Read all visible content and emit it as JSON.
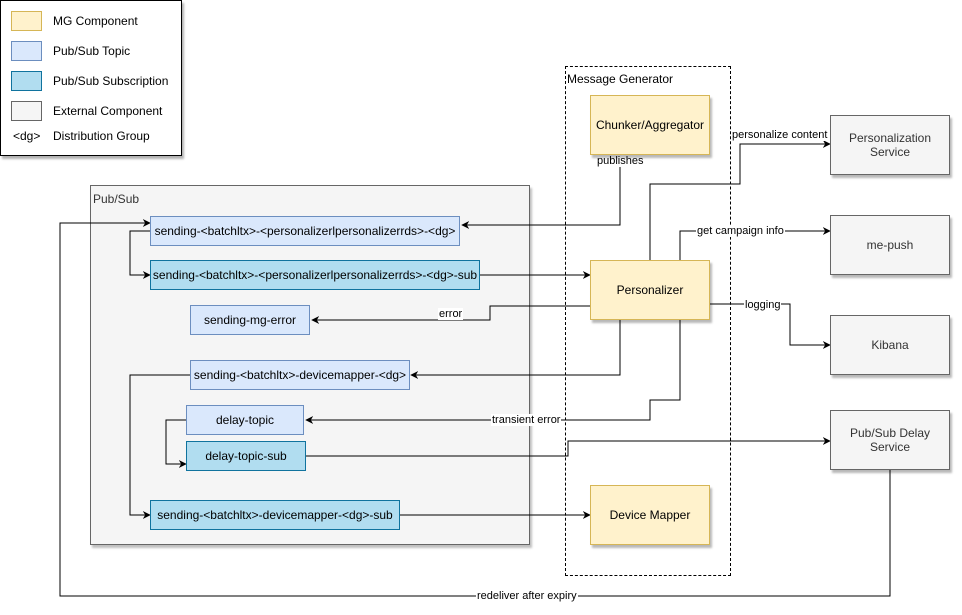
{
  "legend": {
    "items": [
      {
        "label": "MG Component",
        "fill": "#fff2cc",
        "stroke": "#d6b656"
      },
      {
        "label": "Pub/Sub Topic",
        "fill": "#dae8fc",
        "stroke": "#6c8ebf"
      },
      {
        "label": "Pub/Sub Subscription",
        "fill": "#b1ddf0",
        "stroke": "#10739e"
      },
      {
        "label": "External Component",
        "fill": "#f5f5f5",
        "stroke": "#666666"
      }
    ],
    "dg_symbol": "<dg>",
    "dg_label": "Distribution Group"
  },
  "groups": {
    "pubsub": "Pub/Sub",
    "message_generator": "Message Generator"
  },
  "nodes": {
    "chunker": "Chunker/Aggregator",
    "personalizer": "Personalizer",
    "device_mapper": "Device Mapper",
    "personalization_service": "Personalization\nService",
    "me_push": "me-push",
    "kibana": "Kibana",
    "pubsub_delay_service": "Pub/Sub Delay\nService",
    "topic_personalizer": "sending-<batchltx>-<personalizerlpersonalizerrds>-<dg>",
    "sub_personalizer": "sending-<batchltx>-<personalizerlpersonalizerrds>-<dg>-sub",
    "topic_mg_error": "sending-mg-error",
    "topic_devicemapper": "sending-<batchltx>-devicemapper-<dg>",
    "topic_delay": "delay-topic",
    "sub_delay": "delay-topic-sub",
    "sub_devicemapper": "sending-<batchltx>-devicemapper-<dg>-sub"
  },
  "edge_labels": {
    "publishes": "publishes",
    "personalize_content": "personalize content",
    "get_campaign_info": "get campaign info",
    "logging": "logging",
    "error": "error",
    "transient_error": "transient error",
    "redeliver_after_expiry": "redeliver after expiry"
  }
}
